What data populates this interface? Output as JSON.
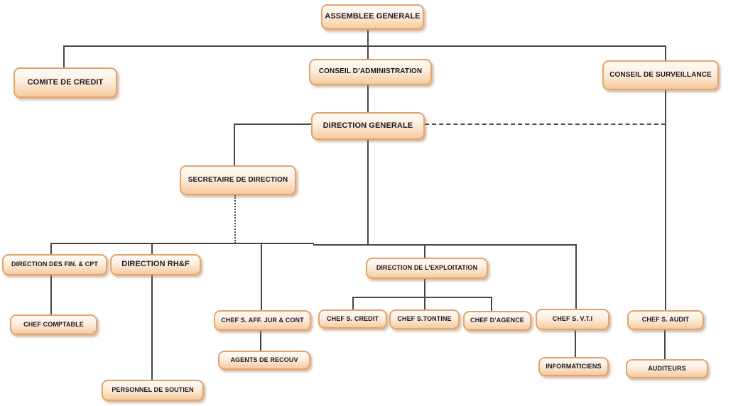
{
  "diagram": {
    "type": "org-chart",
    "language": "fr"
  },
  "palette": {
    "box_border": "#E2A36C",
    "box_fill_top": "#FEFBF7",
    "box_fill_bottom": "#F7CB9E",
    "box_shadow": "#A87A54",
    "connector": "#474747",
    "text": "#1A1626",
    "background": "#FFFFFF"
  },
  "nodes": {
    "assemblee_generale": {
      "label": "ASSEMBLEE GENERALE"
    },
    "comite_credit": {
      "label": "COMITE DE CREDIT"
    },
    "conseil_administration": {
      "label": "CONSEIL D’ADMINISTRATION"
    },
    "conseil_surveillance": {
      "label": "CONSEIL DE SURVEILLANCE"
    },
    "direction_generale": {
      "label": "DIRECTION GENERALE"
    },
    "secretaire_direction": {
      "label": "SECRETAIRE DE  DIRECTION"
    },
    "direction_fin_cpt": {
      "label": "DIRECTION DES  FIN. & CPT"
    },
    "direction_rhf": {
      "label": "DIRECTION RH&F"
    },
    "direction_exploitation": {
      "label": "DIRECTION DE L’EXPLOITATION"
    },
    "chef_comptable": {
      "label": "CHEF COMPTABLE"
    },
    "chef_s_aff_jur_cont": {
      "label": "CHEF S. AFF. JUR & CONT"
    },
    "chef_s_credit": {
      "label": "CHEF S. CREDIT"
    },
    "chef_s_tontine": {
      "label": "CHEF S.TONTINE"
    },
    "chef_d_agence": {
      "label": "CHEF D’AGENCE"
    },
    "chef_s_vti": {
      "label": "CHEF S. V.T.I"
    },
    "chef_s_audit": {
      "label": "CHEF S. AUDIT"
    },
    "agents_recouv": {
      "label": "AGENTS  DE RECOUV"
    },
    "informaticiens": {
      "label": "INFORMATICIENS"
    },
    "auditeurs": {
      "label": "AUDITEURS"
    },
    "personnel_soutien": {
      "label": "PERSONNEL DE SOUTIEN"
    }
  }
}
